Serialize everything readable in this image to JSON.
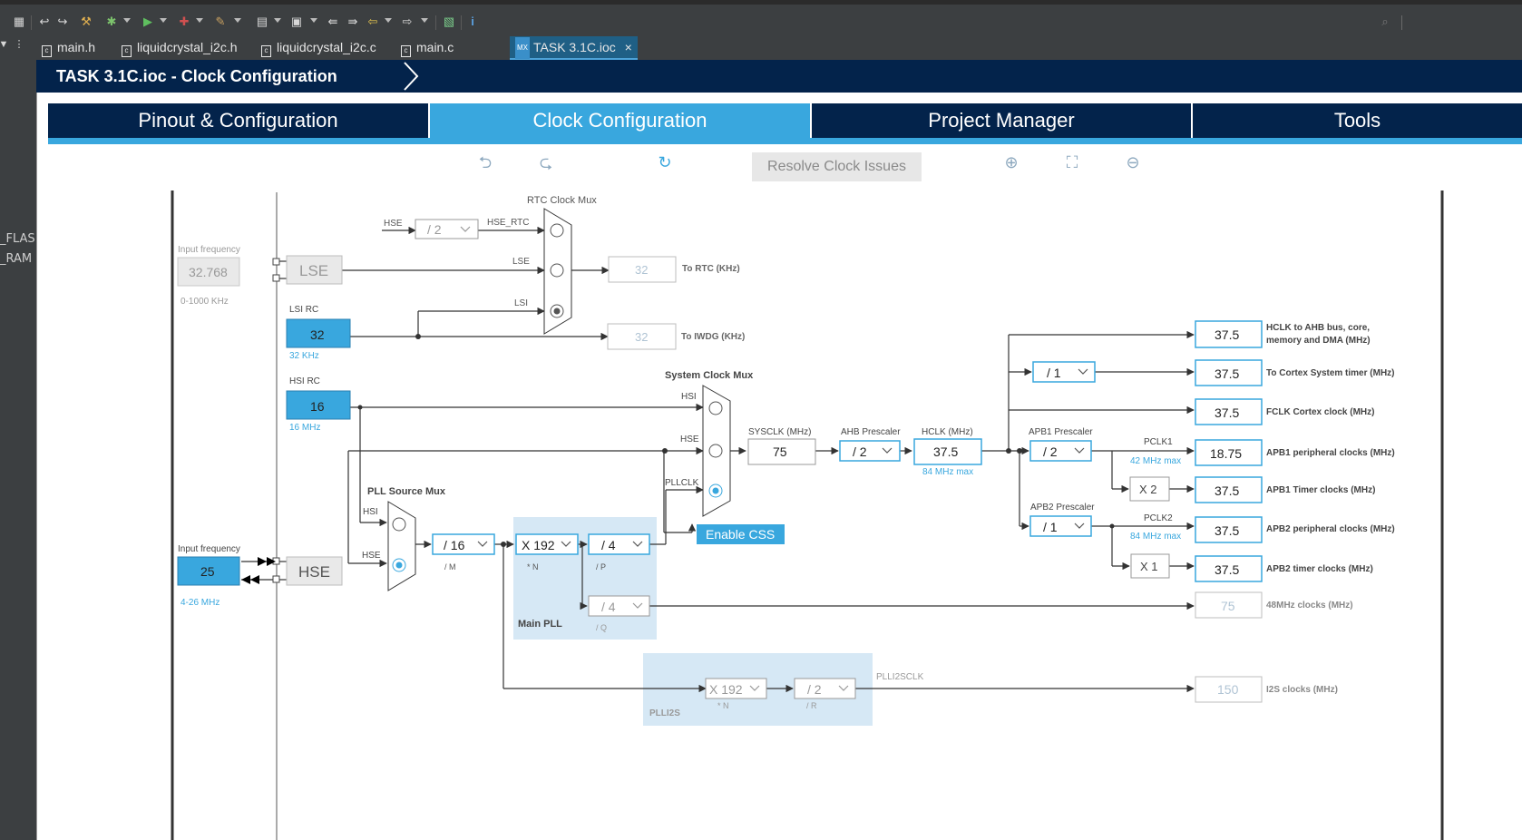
{
  "toolbar": {
    "info_icon": "i"
  },
  "left_strip": {
    "label1": "_FLAS",
    "label2": "_RAM"
  },
  "tabs": [
    {
      "label": "main.h",
      "icon": "c"
    },
    {
      "label": "liquidcrystal_i2c.h",
      "icon": "c"
    },
    {
      "label": "liquidcrystal_i2c.c",
      "icon": "c"
    },
    {
      "label": "main.c",
      "icon": "c"
    },
    {
      "label": "TASK 3.1C.ioc",
      "icon": "MX",
      "close": "×"
    }
  ],
  "title": "TASK 3.1C.ioc - Clock Configuration",
  "nav": [
    "Pinout & Configuration",
    "Clock Configuration",
    "Project Manager",
    "Tools"
  ],
  "diagram_toolbar": {
    "resolve": "Resolve Clock Issues"
  },
  "clock": {
    "rtc_mux": "RTC Clock Mux",
    "hse_label": "HSE",
    "hse_div": "/ 2",
    "hse_rtc": "HSE_RTC",
    "lse_label": "LSE",
    "lsi_label": "LSI",
    "input_freq_label": "Input frequency",
    "lse_freq": "32.768",
    "lse_range": "0-1000 KHz",
    "lse_block": "LSE",
    "to_rtc_value": "32",
    "to_rtc_label": "To RTC (KHz)",
    "lsi_rc_label": "LSI RC",
    "lsi_rc_value": "32",
    "lsi_khz": "32 KHz",
    "to_iwdg_value": "32",
    "to_iwdg_label": "To IWDG (KHz)",
    "hsi_rc_label": "HSI RC",
    "hsi_rc_value": "16",
    "hsi_mhz": "16 MHz",
    "sys_mux": "System Clock Mux",
    "hsi": "HSI",
    "hse": "HSE",
    "pllclk": "PLLCLK",
    "sysclk_label": "SYSCLK (MHz)",
    "sysclk_value": "75",
    "ahb_label": "AHB Prescaler",
    "ahb_value": "/ 2",
    "hclk_label": "HCLK (MHz)",
    "hclk_value": "37.5",
    "hclk_max": "84 MHz max",
    "enable_css": "Enable CSS",
    "pll_src_mux": "PLL Source Mux",
    "hse_input_freq": "25",
    "hse_range": "4-26 MHz",
    "hse_block": "HSE",
    "pllm": "/ 16",
    "m_label": "/ M",
    "plln": "X 192",
    "n_label": "* N",
    "pllp": "/ 4",
    "p_label": "/ P",
    "pllq": "/ 4",
    "q_label": "/ Q",
    "main_pll": "Main PLL",
    "plli2s_n": "X 192",
    "plli2s_n_label": "* N",
    "plli2s_r": "/ 2",
    "plli2s_r_label": "/ R",
    "plli2s": "PLLI2S",
    "plli2sclk": "PLLI2SCLK",
    "i2s_value": "150",
    "i2s_label": "I2S clocks (MHz)",
    "cortex_div": "/ 1",
    "apb1_label": "APB1 Prescaler",
    "apb1_value": "/ 2",
    "pclk1": "PCLK1",
    "pclk1_max": "42 MHz max",
    "apb1_timer_mul": "X 2",
    "apb2_label": "APB2 Prescaler",
    "apb2_value": "/ 1",
    "pclk2": "PCLK2",
    "pclk2_max": "84 MHz max",
    "apb2_timer_mul": "X 1",
    "out_hclk_value": "37.5",
    "out_hclk_label1": "HCLK to AHB bus, core,",
    "out_hclk_label2": "memory and DMA (MHz)",
    "out_cortex_value": "37.5",
    "out_cortex_label": "To Cortex System timer (MHz)",
    "out_fclk_value": "37.5",
    "out_fclk_label": "FCLK Cortex clock (MHz)",
    "out_apb1p_value": "18.75",
    "out_apb1p_label": "APB1 peripheral clocks (MHz)",
    "out_apb1t_value": "37.5",
    "out_apb1t_label": "APB1 Timer clocks (MHz)",
    "out_apb2p_value": "37.5",
    "out_apb2p_label": "APB2 peripheral clocks (MHz)",
    "out_apb2t_value": "37.5",
    "out_apb2t_label": "APB2 timer clocks (MHz)",
    "out_48_value": "75",
    "out_48_label": "48MHz clocks (MHz)"
  },
  "colors": {
    "accent": "#39a7de",
    "navy": "#03234b",
    "pll_area": "#d6e8f5"
  }
}
